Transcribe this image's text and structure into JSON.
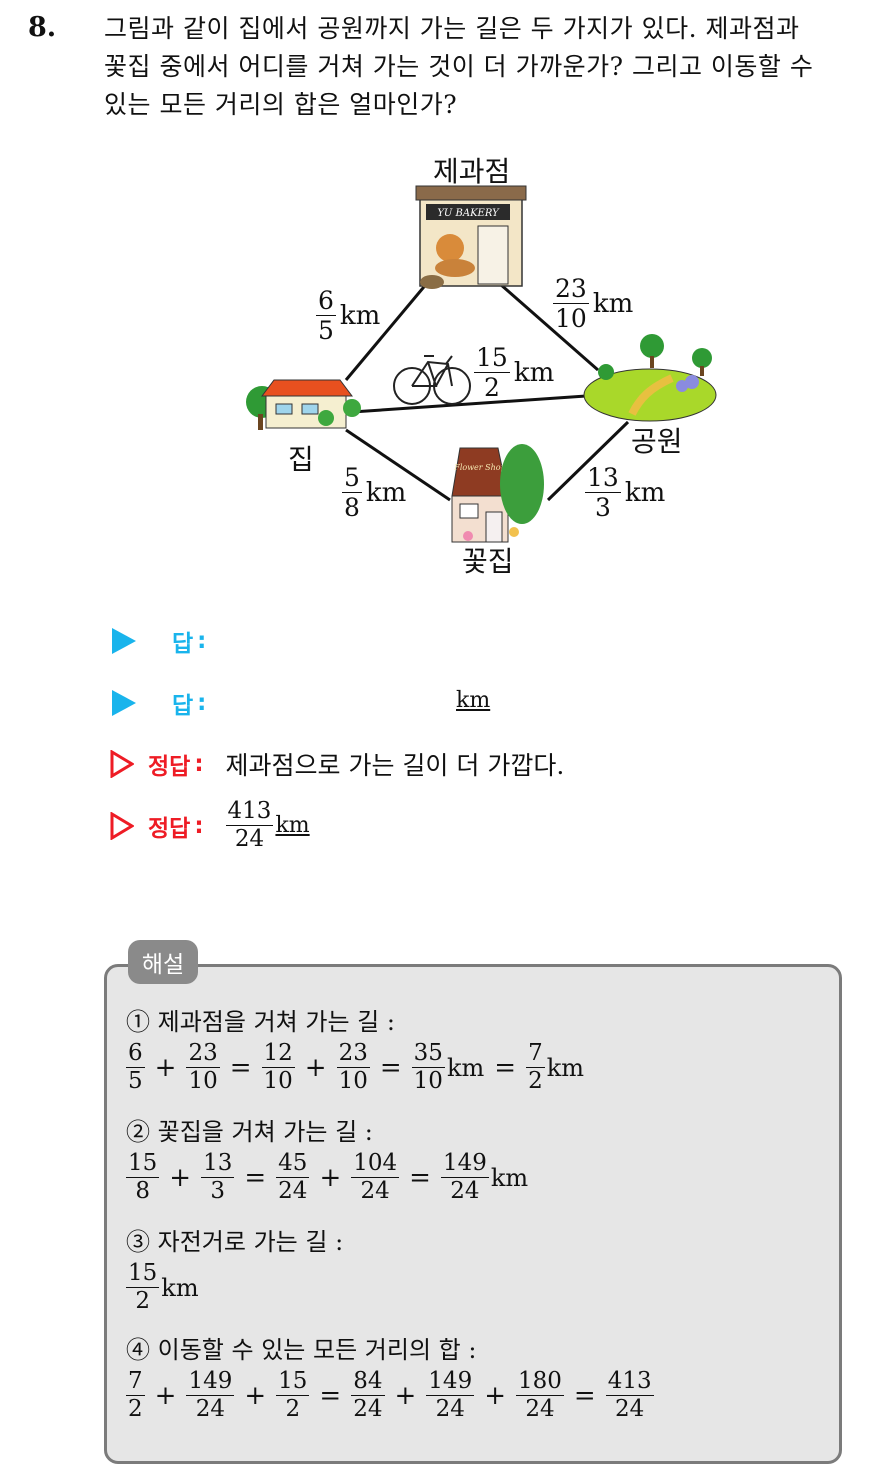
{
  "question": {
    "number": "8.",
    "lines": [
      "그림과 같이 집에서 공원까지 가는 길은 두 가지가 있다. 제과점과",
      "꽃집 중에서 어디를 거쳐 가는 것이 더 가까운가? 그리고 이동할 수",
      "있는 모든 거리의 합은 얼마인가?"
    ]
  },
  "diagram": {
    "places": {
      "bakery": "제과점",
      "house": "집",
      "park": "공원",
      "flower_shop": "꽃집"
    },
    "bakery_sign": "YU BAKERY",
    "shop_sign": "Flower Shop",
    "edges": [
      {
        "id": "house_bakery",
        "num": "6",
        "den": "5",
        "unit": "km"
      },
      {
        "id": "bakery_park",
        "num": "23",
        "den": "10",
        "unit": "km"
      },
      {
        "id": "house_park",
        "num": "15",
        "den": "2",
        "unit": "km"
      },
      {
        "id": "house_flower",
        "num": "5",
        "den": "8",
        "unit": "km"
      },
      {
        "id": "flower_park",
        "num": "13",
        "den": "3",
        "unit": "km"
      }
    ]
  },
  "answers": {
    "label": "답",
    "colon": ":",
    "blank_unit": "km",
    "correct_label": "정답",
    "correct_1": "제과점으로 가는 길이 더 가깝다.",
    "correct_2": {
      "num": "413",
      "den": "24",
      "unit": "km"
    }
  },
  "solution": {
    "tag": "해설",
    "step1_title": "① 제과점을 거쳐 가는 길 :",
    "step1": [
      "6/5",
      "+",
      "23/10",
      "=",
      "12/10",
      "+",
      "23/10",
      "=",
      "35/10",
      "km",
      "=",
      "7/2",
      "km"
    ],
    "step2_title": "② 꽃집을 거쳐 가는 길 :",
    "step2": [
      "15/8",
      "+",
      "13/3",
      "=",
      "45/24",
      "+",
      "104/24",
      "=",
      "149/24",
      "km"
    ],
    "step3_title": "③ 자전거로 가는 길 :",
    "step3": [
      "15/2",
      "km"
    ],
    "step4_title": "④ 이동할 수 있는 모든 거리의 합 :",
    "step4": [
      "7/2",
      "+",
      "149/24",
      "+",
      "15/2",
      "=",
      "84/24",
      "+",
      "149/24",
      "+",
      "180/24",
      "=",
      "413/24"
    ]
  },
  "colors": {
    "accent_blue": "#19b4ec",
    "accent_red": "#ee1c25",
    "box_gray": "#e6e6e6",
    "box_border": "#7b7b7b"
  }
}
